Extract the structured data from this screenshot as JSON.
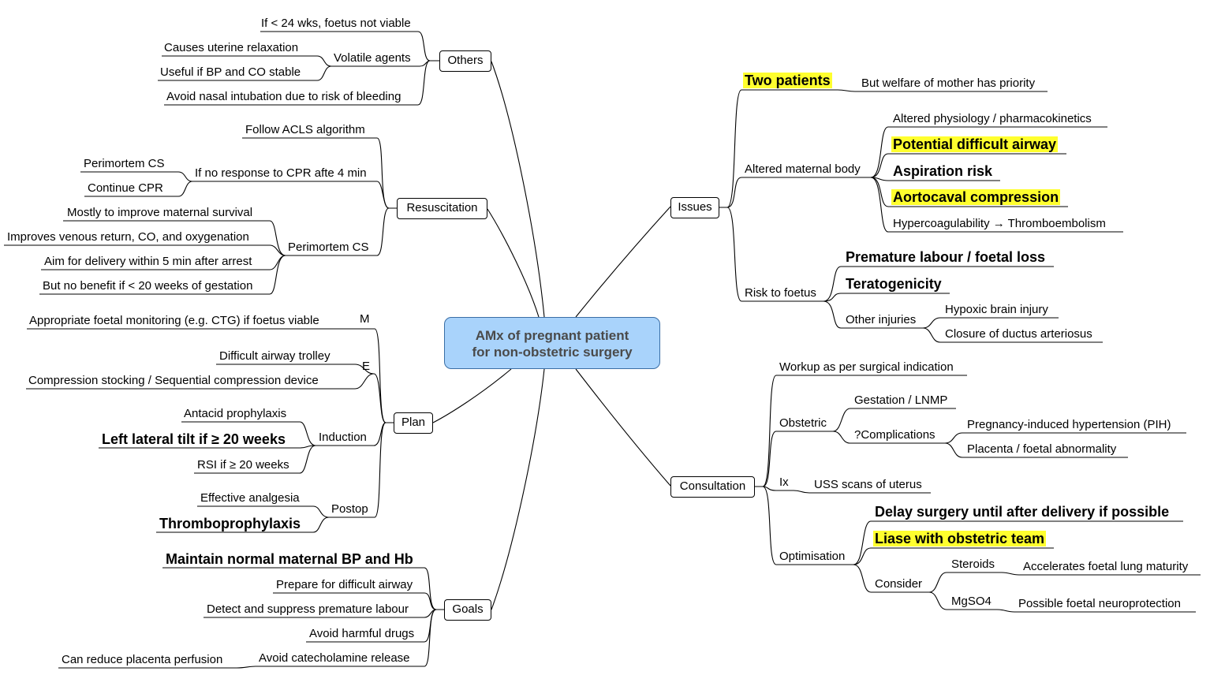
{
  "center": {
    "line1": "AMx of pregnant patient",
    "line2": "for non-obstetric surgery"
  },
  "highlight_color": "#ffff2e",
  "center_fill": "#a9d3fb",
  "branches": {
    "others": {
      "label": "Others",
      "foetus": "If < 24 wks, foetus not viable",
      "volatile": "Volatile agents",
      "uterine": "Causes uterine relaxation",
      "useful_bp": "Useful if BP and CO stable",
      "nasal": "Avoid nasal intubation due to risk of bleeding"
    },
    "resuscitation": {
      "label": "Resuscitation",
      "acls": "Follow ACLS algorithm",
      "no_response": "If no response to CPR afte 4 min",
      "perimortem_cs_a": "Perimortem CS",
      "continue_cpr": "Continue CPR",
      "perimortem_cs": "Perimortem CS",
      "maternal_survival": "Mostly to improve maternal survival",
      "venous_return": "Improves venous return, CO, and oxygenation",
      "delivery_5min": "Aim for delivery within 5 min after arrest",
      "no_benefit": "But no benefit if < 20 weeks of gestation"
    },
    "plan": {
      "label": "Plan",
      "m": "M",
      "foetal_monitoring": "Appropriate foetal monitoring (e.g. CTG) if foetus viable",
      "e": "E",
      "airway_trolley": "Difficult airway trolley",
      "compression": "Compression stocking / Sequential compression device",
      "induction": "Induction",
      "antacid": "Antacid prophylaxis",
      "left_tilt": "Left lateral tilt if ≥ 20 weeks",
      "rsi": "RSI if ≥ 20 weeks",
      "postop": "Postop",
      "analgesia": "Effective analgesia",
      "thrombo": "Thromboprophylaxis"
    },
    "goals": {
      "label": "Goals",
      "maintain_bp": "Maintain normal maternal BP and Hb",
      "difficult_airway": "Prepare for difficult airway",
      "premature_labour": "Detect and suppress premature labour",
      "harmful_drugs": "Avoid harmful drugs",
      "catecholamine": "Avoid catecholamine release",
      "placenta_perfusion": "Can reduce placenta perfusion"
    },
    "issues": {
      "label": "Issues",
      "two_patients": "Two patients",
      "welfare": "But welfare of mother has priority",
      "altered_body": "Altered maternal body",
      "physiology": "Altered physiology / pharmacokinetics",
      "difficult_airway": "Potential difficult airway",
      "aspiration": "Aspiration risk",
      "aortocaval": "Aortocaval compression",
      "hypercoag": "Hypercoagulability → Thromboembolism",
      "risk_foetus": "Risk to foetus",
      "premature": "Premature labour / foetal loss",
      "teratogenicity": "Teratogenicity",
      "other_injuries": "Other injuries",
      "hypoxic": "Hypoxic brain injury",
      "ductus": "Closure of ductus arteriosus"
    },
    "consultation": {
      "label": "Consultation",
      "workup": "Workup as per surgical indication",
      "obstetric": "Obstetric",
      "gestation": "Gestation / LNMP",
      "complications": "?Complications",
      "pih": "Pregnancy-induced hypertension (PIH)",
      "placenta": "Placenta / foetal abnormality",
      "ix": "Ix",
      "uss": "USS scans of uterus",
      "optimisation": "Optimisation",
      "delay": "Delay surgery until after delivery if possible",
      "liase": "Liase with obstetric team",
      "consider": "Consider",
      "steroids": "Steroids",
      "lung": "Accelerates foetal lung maturity",
      "mgso4": "MgSO4",
      "neuro": "Possible foetal neuroprotection"
    }
  }
}
